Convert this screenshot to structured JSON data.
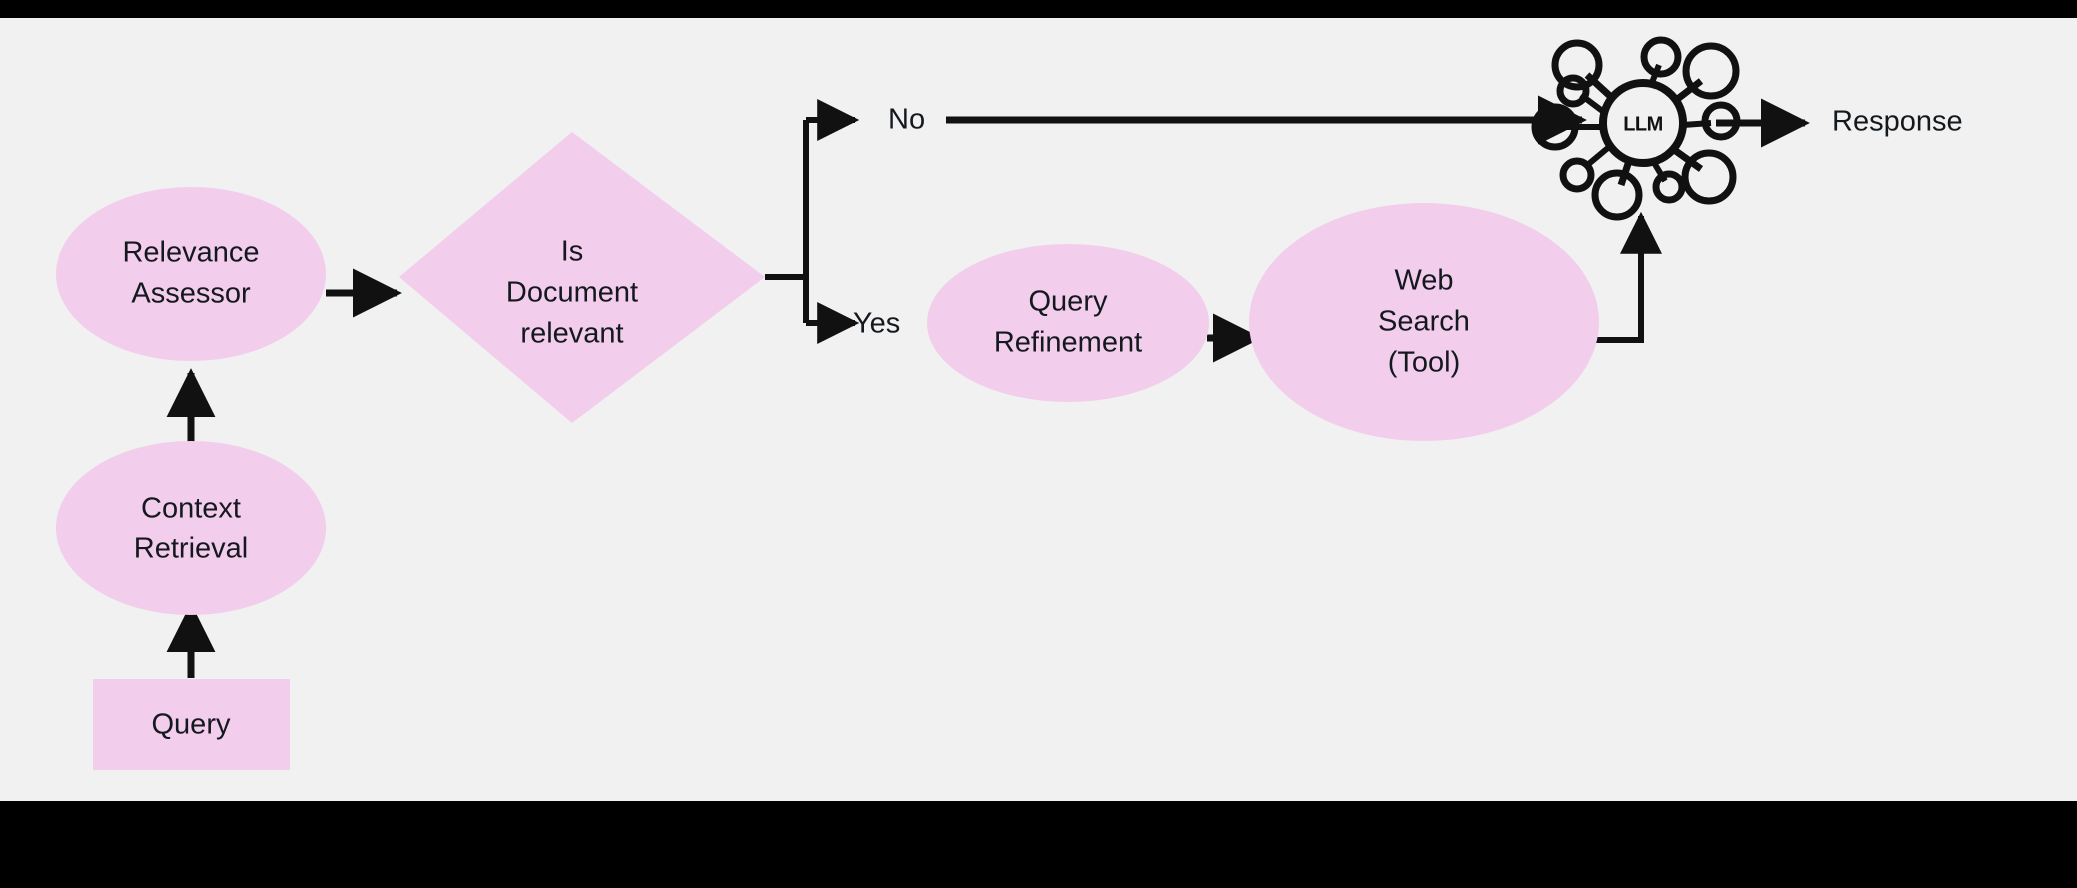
{
  "diagram": {
    "type": "flowchart",
    "background_color": "#f1f1f1",
    "letterbox_color": "#000000",
    "node_fill": "#f2cdec",
    "stroke_color": "#111111",
    "text_color": "#14181f",
    "nodes": [
      {
        "id": "query",
        "label": "Query",
        "shape": "rectangle"
      },
      {
        "id": "context-retrieval",
        "label_line1": "Context",
        "label_line2": "Retrieval",
        "shape": "ellipse"
      },
      {
        "id": "relevance-assessor",
        "label_line1": "Relevance",
        "label_line2": "Assessor",
        "shape": "ellipse"
      },
      {
        "id": "decision",
        "label_line1": "Is",
        "label_line2": "Document",
        "label_line3": "relevant",
        "shape": "diamond"
      },
      {
        "id": "query-refinement",
        "label_line1": "Query",
        "label_line2": "Refinement",
        "shape": "ellipse"
      },
      {
        "id": "web-search",
        "label_line1": "Web",
        "label_line2": "Search",
        "label_line3": "(Tool)",
        "shape": "ellipse"
      },
      {
        "id": "llm",
        "label": "LLM",
        "shape": "network-icon"
      },
      {
        "id": "response",
        "label": "Response",
        "shape": "text"
      }
    ],
    "edge_labels": {
      "no": "No",
      "yes": "Yes"
    },
    "edges": [
      {
        "from": "query",
        "to": "context-retrieval",
        "label": ""
      },
      {
        "from": "context-retrieval",
        "to": "relevance-assessor",
        "label": ""
      },
      {
        "from": "relevance-assessor",
        "to": "decision",
        "label": ""
      },
      {
        "from": "decision",
        "to": "llm",
        "label": "No"
      },
      {
        "from": "decision",
        "to": "query-refinement",
        "label": "Yes"
      },
      {
        "from": "query-refinement",
        "to": "web-search",
        "label": ""
      },
      {
        "from": "web-search",
        "to": "llm",
        "label": ""
      },
      {
        "from": "llm",
        "to": "response",
        "label": ""
      }
    ]
  }
}
